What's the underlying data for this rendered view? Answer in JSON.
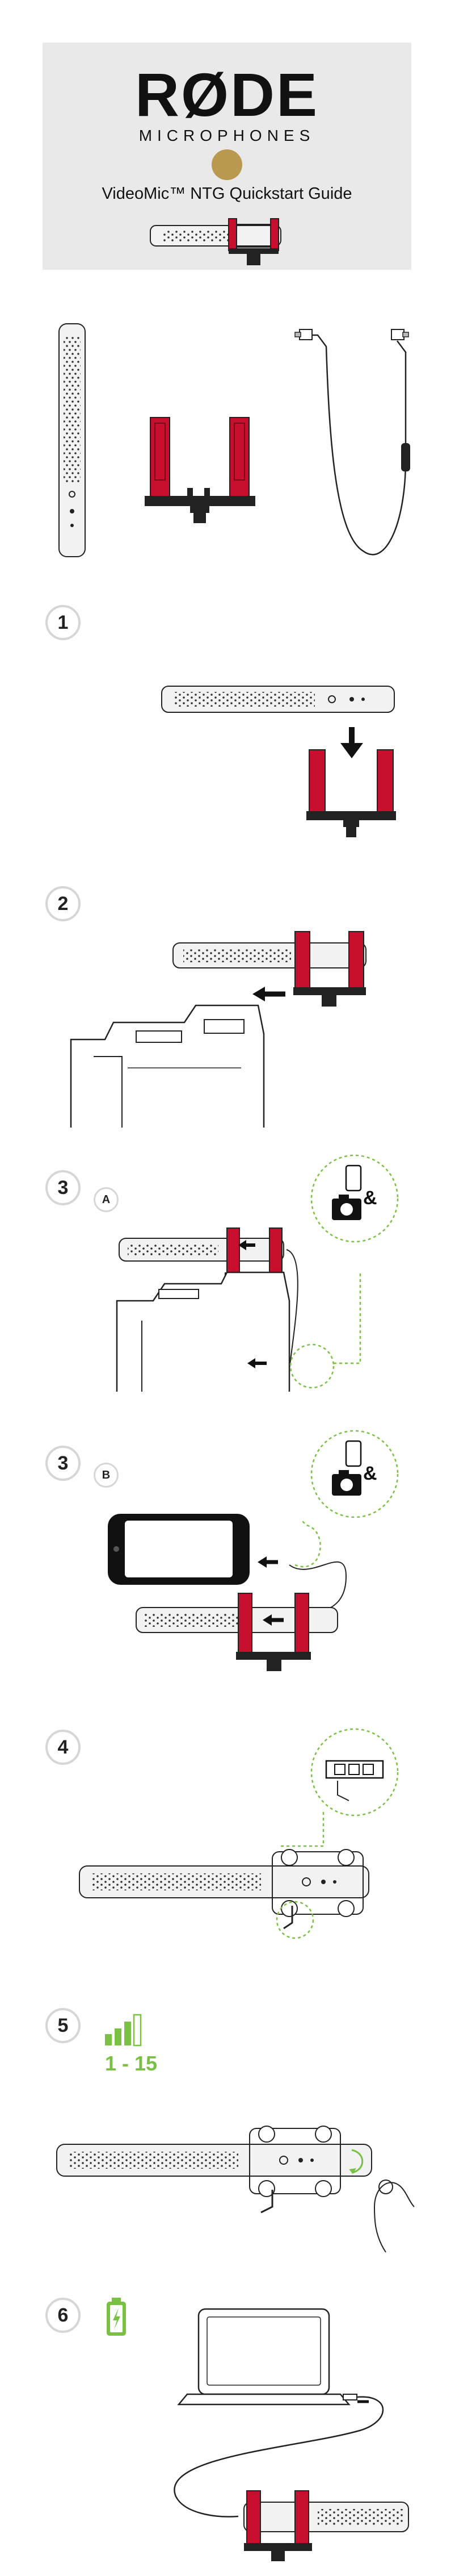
{
  "header": {
    "brand": "RØDE",
    "brand_sub": "MICROPHONES",
    "title": "VideoMic™ NTG Quickstart Guide"
  },
  "steps": {
    "s1": "1",
    "s2": "2",
    "s3a": "3",
    "s3a_sub": "A",
    "s3b": "3",
    "s3b_sub": "B",
    "s4": "4",
    "s5": "5",
    "s6": "6"
  },
  "callouts": {
    "and_a": "&",
    "and_b": "&"
  },
  "level": {
    "range": "1 - 15"
  },
  "colors": {
    "accent_red": "#c8102e",
    "gold": "#b8994f",
    "green": "#7ac143",
    "circle_grey": "#d6d6d6"
  },
  "icons": [
    "camera-icon",
    "smartphone-icon",
    "signal-bars-icon",
    "battery-charging-icon",
    "arrow-icon"
  ]
}
